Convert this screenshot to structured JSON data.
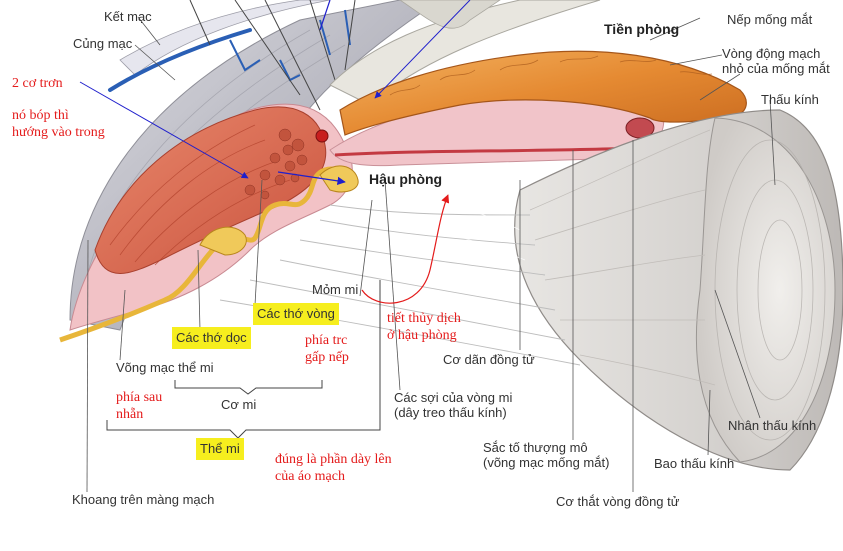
{
  "labels": {
    "ket_mac": "Kết mạc",
    "cung_mac": "Củng mạc",
    "tien_phong": "Tiền phòng",
    "nep_mong_mat": "Nếp mống mắt",
    "vong_dong_mach_1": "Vòng động mạch",
    "vong_dong_mach_2": "nhỏ của mống mắt",
    "thau_kinh": "Thấu kính",
    "hau_phong": "Hậu phòng",
    "mom_mi": "Mỏm mi",
    "cac_tho_vong": "Các thớ vòng",
    "cac_tho_doc": "Các thớ dọc",
    "vong_mac_the_mi": "Võng mạc thể mi",
    "co_mi": "Cơ mi",
    "the_mi": "Thể mi",
    "khoang_tren_mang_mach": "Khoang trên màng mạch",
    "co_dan_dong_tu": "Cơ dãn đồng tử",
    "cac_soi_1": "Các sợi của vòng mi",
    "cac_soi_2": "(dây treo thấu kính)",
    "sac_to_1": "Sắc tố thượng mô",
    "sac_to_2": "(võng mạc mống mắt)",
    "bao_thau_kinh": "Bao thấu kính",
    "nhan_thau_kinh": "Nhân thấu kính",
    "co_that_vong_dong_tu": "Cơ thắt vòng đồng tử"
  },
  "annotations": {
    "hai_co_tron": "2 cơ trơn",
    "bop_1": "nó bóp thì",
    "bop_2": "hướng vào trong",
    "tiet_1": "tiết thủy dịch",
    "tiet_2": "ở hậu phòng",
    "phia_trc_1": "phía trc",
    "phia_trc_2": "gấp nếp",
    "phia_sau_1": "phía sau",
    "phia_sau_2": "nhẵn",
    "dung_la_1": "đúng là phần dày lên",
    "dung_la_2": "của áo mạch"
  },
  "colors": {
    "annotation_red": "#e41b1b",
    "highlight_yellow": "#f6ee1e",
    "arrow_blue": "#1f1fcc",
    "iris_orange": "#e8913a",
    "muscle_red": "#d8654b",
    "pink_tissue": "#f2c2c6",
    "sclera_gray": "#c9c9cf",
    "lens_gray": "#dcdad8"
  }
}
